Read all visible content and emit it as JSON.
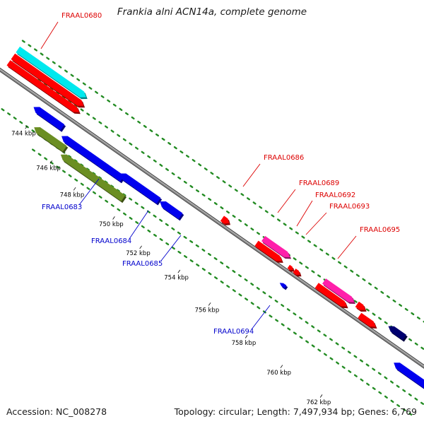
{
  "title": "Frankia alni ACN14a, complete genome",
  "accession_text": "Accession: NC_008278",
  "topology_text": "Topology: circular; Length: 7,497,934 bp; Genes: 6,769",
  "colors": {
    "backbone": "#888888",
    "dots": "#228b22",
    "ticks": "#000000",
    "forward_label": "#dd0000",
    "reverse_label": "#0000cc",
    "cyan": "#00e8ee",
    "red": "#ff0000",
    "blue": "#0000ee",
    "olive": "#6b8e23",
    "magenta": "#ff1faa",
    "navy": "#000070"
  },
  "ticks": [
    "744 kbp",
    "746 kbp",
    "748 kbp",
    "750 kbp",
    "752 kbp",
    "754 kbp",
    "756 kbp",
    "758 kbp",
    "760 kbp",
    "762 kbp"
  ],
  "gene_labels": [
    {
      "text": "FRAAL0680",
      "strand": "forward"
    },
    {
      "text": "FRAAL0686",
      "strand": "forward"
    },
    {
      "text": "FRAAL0689",
      "strand": "forward"
    },
    {
      "text": "FRAAL0692",
      "strand": "forward"
    },
    {
      "text": "FRAAL0693",
      "strand": "forward"
    },
    {
      "text": "FRAAL0695",
      "strand": "forward"
    },
    {
      "text": "FRAAL0683",
      "strand": "reverse"
    },
    {
      "text": "FRAAL0684",
      "strand": "reverse"
    },
    {
      "text": "FRAAL0685",
      "strand": "reverse"
    },
    {
      "text": "FRAAL0694",
      "strand": "reverse"
    }
  ]
}
